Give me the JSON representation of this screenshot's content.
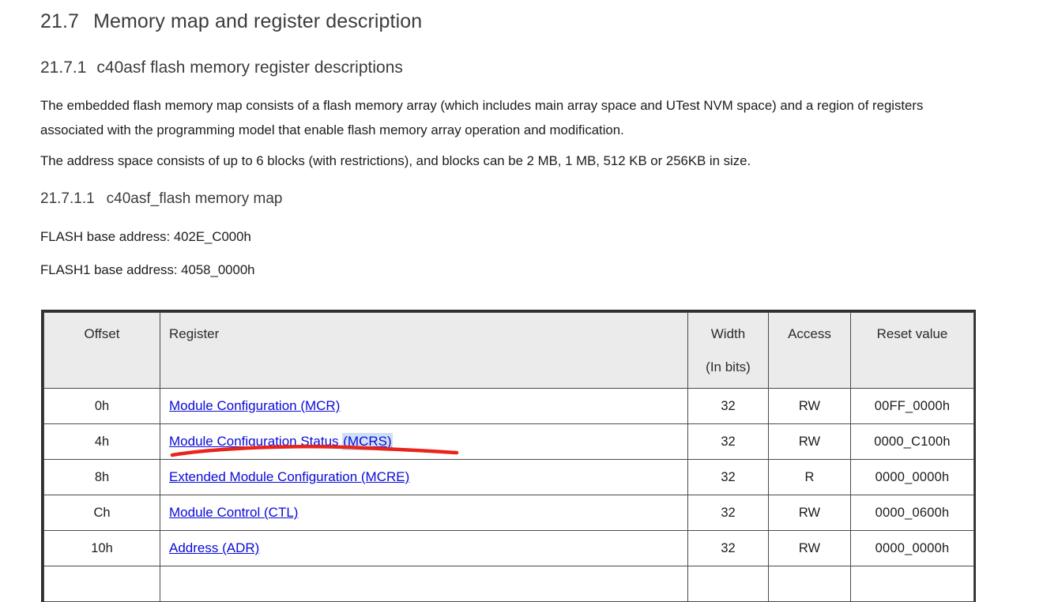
{
  "document": {
    "section_heading": {
      "number": "21.7",
      "title": "Memory map and register description"
    },
    "subsection_heading": {
      "number": "21.7.1",
      "title": "c40asf flash memory register descriptions"
    },
    "subsubsection_heading": {
      "number": "21.7.1.1",
      "title": "c40asf_flash memory map"
    },
    "paragraphs": [
      "The embedded flash memory map consists of a flash memory array (which includes main array space and UTest NVM space) and a region of registers associated with the programming model that enable flash memory array operation and modification.",
      "The address space consists of up to 6 blocks (with restrictions), and blocks can be 2 MB, 1 MB, 512 KB or 256KB in size."
    ],
    "base_addresses": [
      "FLASH base address: 402E_C000h",
      "FLASH1 base address: 4058_0000h"
    ]
  },
  "register_table": {
    "headers": {
      "offset": "Offset",
      "register": "Register",
      "width_line1": "Width",
      "width_line2": "(In bits)",
      "access": "Access",
      "reset": "Reset value"
    },
    "rows": [
      {
        "offset": "0h",
        "register_pre": "Module Configuration (MCR)",
        "register_sel": "",
        "register_post": "",
        "width": "32",
        "access": "RW",
        "reset": "00FF_0000h"
      },
      {
        "offset": "4h",
        "register_pre": "Module Configuration Status ",
        "register_sel": "(MCRS)",
        "register_post": "",
        "width": "32",
        "access": "RW",
        "reset": "0000_C100h"
      },
      {
        "offset": "8h",
        "register_pre": "Extended Module Configuration (MCRE)",
        "register_sel": "",
        "register_post": "",
        "width": "32",
        "access": "R",
        "reset": "0000_0000h"
      },
      {
        "offset": "Ch",
        "register_pre": "Module Control (CTL)",
        "register_sel": "",
        "register_post": "",
        "width": "32",
        "access": "RW",
        "reset": "0000_0600h"
      },
      {
        "offset": "10h",
        "register_pre": "Address (ADR)",
        "register_sel": "",
        "register_post": "",
        "width": "32",
        "access": "RW",
        "reset": "0000_0000h"
      }
    ]
  },
  "annotation": {
    "type": "red-hand-drawn-underline",
    "target": "Module Configuration Status (MCRS)",
    "color": "#e8241c"
  },
  "colors": {
    "link": "#0a0ad8",
    "heading": "#3c3c3c",
    "body": "#1c1c1c",
    "table_header_bg": "#ebebeb",
    "table_border": "#2f2f2f",
    "selection_highlight": "#cfe0f5",
    "annotation_red": "#e8241c"
  }
}
